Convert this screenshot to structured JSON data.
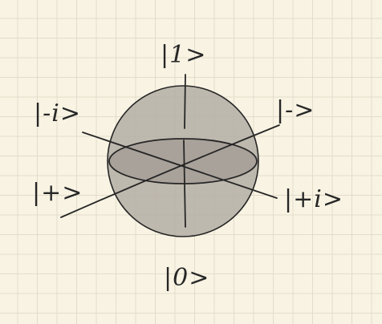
{
  "diagram": {
    "labels": {
      "top": "|1>",
      "bottom": "|0>",
      "minus_i": "|-i>",
      "minus": "|->",
      "plus": "|+>",
      "plus_i": "|+i>"
    },
    "colors": {
      "paper": "#f8f3e3",
      "grid": "#e3dccb",
      "ink": "#262626",
      "sphere_fill": "#b4aea4",
      "equator_fill": "#a6a098"
    }
  }
}
